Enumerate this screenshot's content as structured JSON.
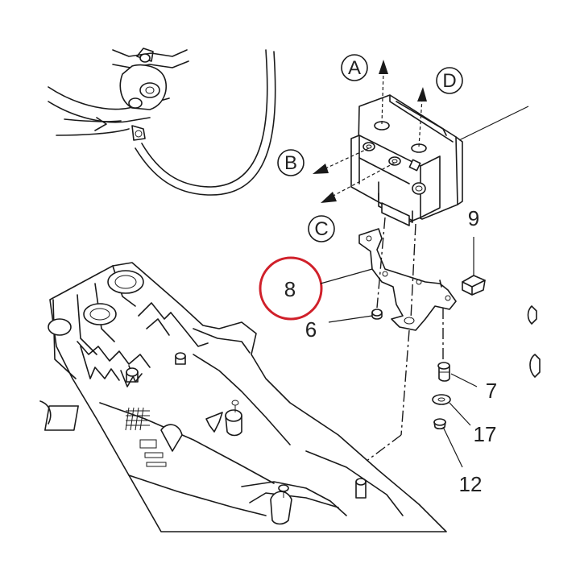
{
  "diagram": {
    "direction_labels": [
      {
        "id": "A",
        "text": "A"
      },
      {
        "id": "B",
        "text": "B"
      },
      {
        "id": "C",
        "text": "C"
      },
      {
        "id": "D",
        "text": "D"
      }
    ],
    "part_numbers": [
      {
        "id": "p9",
        "text": "9"
      },
      {
        "id": "p8",
        "text": "8",
        "highlighted": true
      },
      {
        "id": "p6",
        "text": "6"
      },
      {
        "id": "p7",
        "text": "7"
      },
      {
        "id": "p17",
        "text": "17"
      },
      {
        "id": "p12",
        "text": "12"
      }
    ],
    "highlight_color": "#d0202a",
    "line_color": "#1a1a1a"
  }
}
